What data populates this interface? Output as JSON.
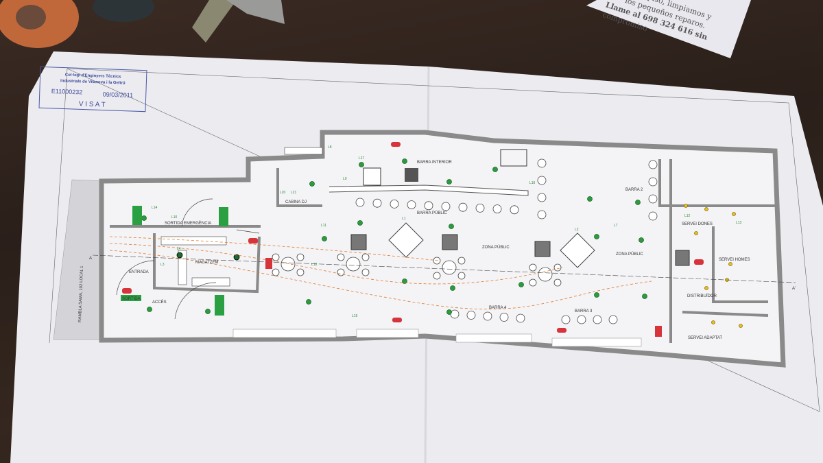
{
  "stamp": {
    "line1": "Col·legi d'Enginyers Tècnics",
    "line2": "Industrials de Vilanova i la Geltrú",
    "number": "E11000232",
    "date": "09/03/2011",
    "visat": "V I S A T"
  },
  "flyer": {
    "line1": "piso, limpiamos y",
    "line2": "los pequeños reparos.",
    "line3": "Llame al 698 324 616 sin",
    "line4": "compromiso"
  },
  "plan": {
    "street": "RAMBLA SAMA, 102 LOCAL 1",
    "section_marker": "A",
    "section_marker_end": "A'",
    "rooms": {
      "sortida": "SORTIDA EMERGÈNCIA",
      "magatzem": "MAGATZEM",
      "entrada": "ENTRADA",
      "acces": "ACCÉS",
      "cabina": "CABINA DJ",
      "barra_interior": "BARRA INTERIOR",
      "barra_public": "BARRA PÚBLIC",
      "zona_public_1": "ZONA PÚBLIC",
      "zona_public_2": "ZONA PÚBLIC",
      "barra_2": "BARRA 2",
      "barra_3": "BARRA 3",
      "barra_4": "BARRA 4",
      "servei_dones": "SERVEI DONES",
      "servei_homes": "SERVEI HOMES",
      "distribuidor": "DISTRIBUÏDOR",
      "servei_adaptat": "SERVEI ADAPTAT"
    },
    "sign_text": "SORTIDA",
    "light_labels": [
      "L1",
      "L2",
      "L3",
      "L4",
      "L7",
      "L8",
      "L9",
      "L10",
      "L11",
      "L12",
      "L13",
      "L14",
      "L16",
      "L17",
      "L18",
      "L19",
      "L20",
      "L21"
    ],
    "colors": {
      "wall": "#8a8a8a",
      "light": "#2e9a3e",
      "emergency": "#d6343a",
      "evac": "#e0782a",
      "lamp": "#e8c21a"
    }
  }
}
